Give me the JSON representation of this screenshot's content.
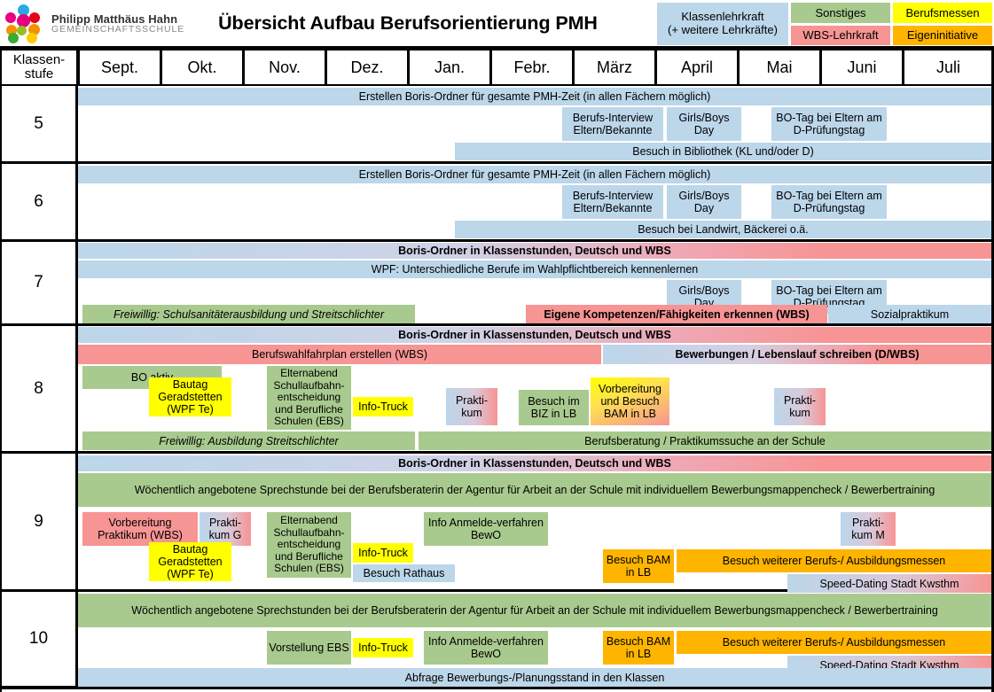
{
  "header": {
    "school_name_line1": "Philipp Matthäus Hahn",
    "school_name_line2": "GEMEINSCHAFTSSCHULE",
    "title": "Übersicht Aufbau Berufsorientierung PMH",
    "legend": {
      "klassenlehrkraft_line1": "Klassenlehrkraft",
      "klassenlehrkraft_line2": "(+ weitere Lehrkräfte)",
      "sonstiges": "Sonstiges",
      "berufsmessen": "Berufsmessen",
      "wbs_lehrkraft": "WBS-Lehrkraft",
      "eigeninitiative": "Eigeninitiative",
      "colors": {
        "klassenlehrkraft": "#bcd6ea",
        "sonstiges": "#a9ca8e",
        "berufsmessen": "#ffff00",
        "wbs_lehrkraft": "#f79494",
        "eigeninitiative": "#ffb400"
      }
    }
  },
  "table": {
    "corner_label_line1": "Klassen-",
    "corner_label_line2": "stufe",
    "months": [
      "Sept.",
      "Okt.",
      "Nov.",
      "Dez.",
      "Jan.",
      "Febr.",
      "März",
      "April",
      "Mai",
      "Juni",
      "Juli"
    ],
    "grades": [
      {
        "label": "5",
        "bars": [
          {
            "text": "Erstellen Boris-Ordner für gesamte PMH-Zeit (in allen Fächern möglich)",
            "style": "blue"
          },
          {
            "text": "Berufs-Interview Eltern/Bekannte",
            "style": "blue"
          },
          {
            "text": "Girls/Boys Day",
            "style": "blue"
          },
          {
            "text": "BO-Tag bei Eltern am D-Prüfungstag",
            "style": "blue"
          },
          {
            "text": "Besuch in Bibliothek (KL und/oder D)",
            "style": "blue"
          }
        ]
      },
      {
        "label": "6",
        "bars": [
          {
            "text": "Erstellen Boris-Ordner für gesamte PMH-Zeit (in allen Fächern möglich)",
            "style": "blue"
          },
          {
            "text": "Berufs-Interview Eltern/Bekannte",
            "style": "blue"
          },
          {
            "text": "Girls/Boys Day",
            "style": "blue"
          },
          {
            "text": "BO-Tag bei Eltern am D-Prüfungstag",
            "style": "blue"
          },
          {
            "text": "Besuch bei Landwirt, Bäckerei o.ä.",
            "style": "blue"
          }
        ]
      },
      {
        "label": "7",
        "bars": [
          {
            "text": "Boris-Ordner in Klassenstunden, Deutsch und WBS",
            "style": "blue-to-red"
          },
          {
            "text": "WPF: Unterschiedliche Berufe im Wahlpflichtbereich kennenlernen",
            "style": "blue"
          },
          {
            "text": "Girls/Boys Day",
            "style": "blue"
          },
          {
            "text": "BO-Tag bei Eltern am D-Prüfungstag",
            "style": "blue"
          },
          {
            "text": "Freiwillig: Schulsanitäterausbildung und Streitschlichter",
            "style": "green"
          },
          {
            "text": "Eigene Kompetenzen/Fähigkeiten erkennen (WBS)",
            "style": "red"
          },
          {
            "text": "Sozialpraktikum",
            "style": "blue"
          }
        ]
      },
      {
        "label": "8",
        "bars": [
          {
            "text": "Boris-Ordner in Klassenstunden, Deutsch und WBS",
            "style": "blue-to-red"
          },
          {
            "text": "Berufswahlfahrplan erstellen (WBS)",
            "style": "red"
          },
          {
            "text": "Bewerbungen / Lebenslauf schreiben (D/WBS)",
            "style": "blue-to-red"
          },
          {
            "text": "BO aktiv",
            "style": "green"
          },
          {
            "text": "Bautag Geradstetten (WPF Te)",
            "style": "yellow"
          },
          {
            "text": "Elternabend Schullaufbahn-entscheidung und Berufliche Schulen (EBS)",
            "style": "green"
          },
          {
            "text": "Info-Truck",
            "style": "yellow"
          },
          {
            "text": "Prakti-kum",
            "style": "blue-to-red"
          },
          {
            "text": "Besuch im BIZ in LB",
            "style": "green"
          },
          {
            "text": "Vorbereitung und Besuch BAM in LB",
            "style": "yellow-to-red"
          },
          {
            "text": "Prakti-kum",
            "style": "blue-to-red"
          },
          {
            "text": "Freiwillig: Ausbildung Streitschlichter",
            "style": "green"
          },
          {
            "text": "Berufsberatung / Praktikumssuche an der Schule",
            "style": "green"
          }
        ]
      },
      {
        "label": "9",
        "bars": [
          {
            "text": "Boris-Ordner in Klassenstunden, Deutsch und WBS",
            "style": "blue-to-red"
          },
          {
            "text": "Wöchentlich angebotene Sprechstunde bei der Berufsberaterin der Agentur für Arbeit an der Schule mit individuellem Bewerbungsmappencheck / Bewerbertraining",
            "style": "green"
          },
          {
            "text": "Vorbereitung Praktikum (WBS)",
            "style": "red"
          },
          {
            "text": "Prakti-kum G",
            "style": "blue-to-red"
          },
          {
            "text": "Bautag Geradstetten (WPF Te)",
            "style": "yellow"
          },
          {
            "text": "Elternabend Schullaufbahn-entscheidung und Berufliche Schulen (EBS)",
            "style": "green"
          },
          {
            "text": "Info-Truck",
            "style": "yellow"
          },
          {
            "text": "Besuch Rathaus",
            "style": "blue"
          },
          {
            "text": "Info Anmelde-verfahren BewO",
            "style": "green"
          },
          {
            "text": "Prakti-kum M",
            "style": "blue-to-red"
          },
          {
            "text": "Besuch BAM in LB",
            "style": "orange"
          },
          {
            "text": "Besuch weiterer Berufs-/ Ausbildungsmessen",
            "style": "orange"
          },
          {
            "text": "Speed-Dating Stadt Kwsthm",
            "style": "blue-to-red"
          }
        ]
      },
      {
        "label": "10",
        "bars": [
          {
            "text": "Wöchentlich angebotene Sprechstunden bei der Berufsberaterin der Agentur für Arbeit an der Schule mit individuellem Bewerbungsmappencheck / Bewerbertraining",
            "style": "green"
          },
          {
            "text": "Vorstellung EBS",
            "style": "green"
          },
          {
            "text": "Info-Truck",
            "style": "yellow"
          },
          {
            "text": "Info Anmelde-verfahren BewO",
            "style": "green"
          },
          {
            "text": "Besuch BAM in LB",
            "style": "orange"
          },
          {
            "text": "Besuch weiterer Berufs-/ Ausbildungsmessen",
            "style": "orange"
          },
          {
            "text": "Speed-Dating Stadt Kwsthm",
            "style": "blue-to-red"
          },
          {
            "text": "Abfrage Bewerbungs-/Planungsstand in den Klassen",
            "style": "blue"
          }
        ]
      }
    ]
  }
}
